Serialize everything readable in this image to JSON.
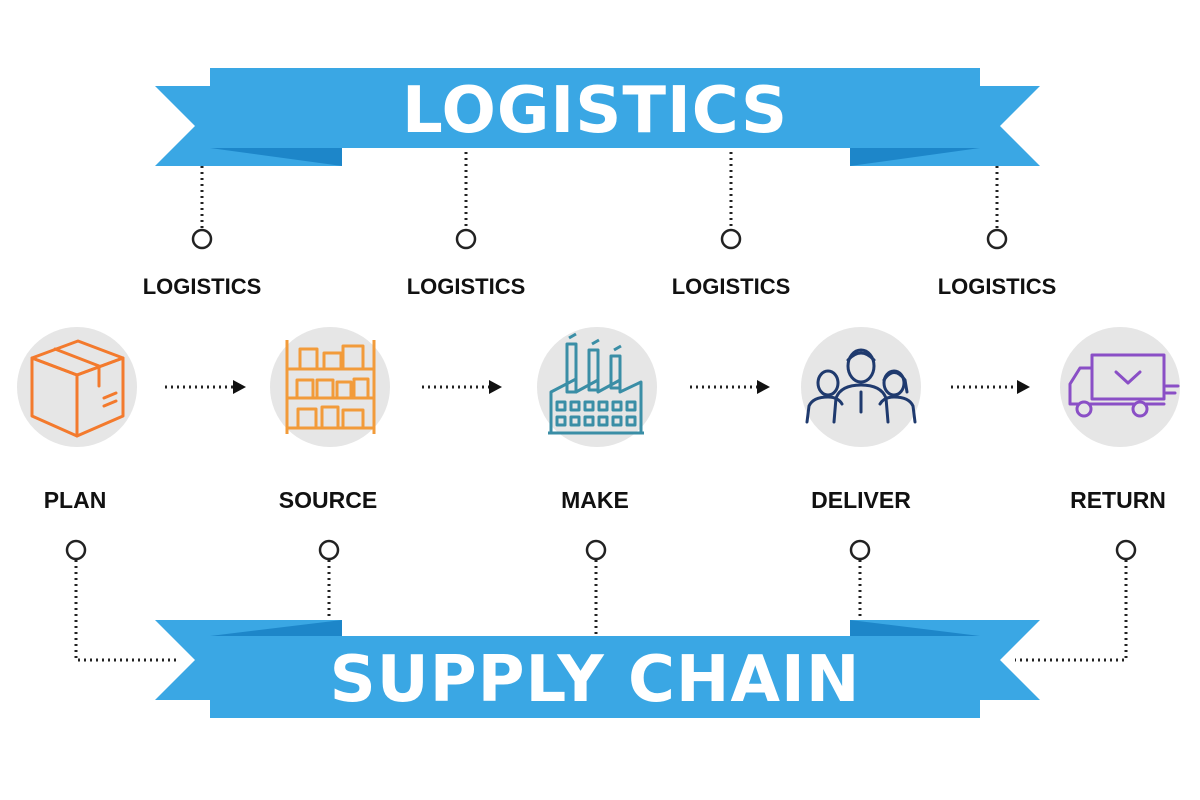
{
  "header_banner": {
    "title": "LOGISTICS"
  },
  "footer_banner": {
    "title": "SUPPLY CHAIN"
  },
  "logistics_labels": [
    "LOGISTICS",
    "LOGISTICS",
    "LOGISTICS",
    "LOGISTICS"
  ],
  "stages": [
    {
      "label": "PLAN",
      "icon": "box-icon"
    },
    {
      "label": "SOURCE",
      "icon": "warehouse-shelf-icon"
    },
    {
      "label": "MAKE",
      "icon": "factory-icon"
    },
    {
      "label": "DELIVER",
      "icon": "people-icon"
    },
    {
      "label": "RETURN",
      "icon": "delivery-truck-icon"
    }
  ],
  "colors": {
    "banner": "#3aa7e4",
    "banner_dark": "#1d86c9",
    "circle_bg": "#e6e6e6",
    "plan_icon": "#f37a2d",
    "source_icon": "#f29b3a",
    "make_icon": "#3a8ea6",
    "deliver_icon": "#1f3a6e",
    "return_icon": "#8a4fc6",
    "connector": "#222222"
  }
}
